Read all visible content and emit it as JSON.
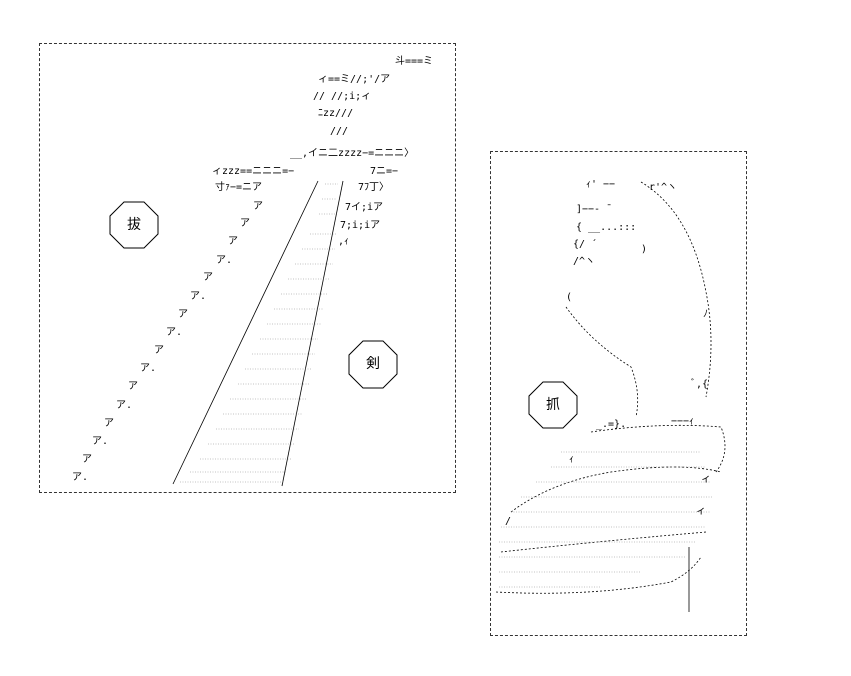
{
  "panels": {
    "left": {
      "labels": {
        "top": "拔",
        "bottom": "剣"
      },
      "aa_lines": [
        "斗===ミ",
        "ィ==ミ//;'/ア",
        "//  //;i;ィ",
        "ﾆzz///",
        "///",
        "__,イニ二zzzz−=ニニニ〉",
        "ィzzz==ニニニ=−",
        "寸ｧ−=ニア",
        "7ニ=−",
        "7ﾌ丁〉",
        "7イ;iア",
        "7;i;iア",
        ",ｨ"
      ],
      "kana": [
        "ア",
        "ア",
        "ア",
        "ア.",
        "ア",
        "ア.",
        "ア",
        "ア.",
        "ア",
        "ア.",
        "ア",
        "ア.",
        "ア",
        "ア."
      ]
    },
    "right": {
      "labels": {
        "main": "抓"
      },
      "aa_lines": [
        "ｨ' −−",
        "r'^ヽ",
        "]−−‐ ̄",
        "{ __...:::",
        "{/ ´",
        "/^ヽ",
        "(",
        ")",
        "ﾉ",
        "ﾞ,{",
        "_.=}.",
        "−−−ｨ",
        "ｨ",
        "/",
        "ィ",
        "ィ"
      ]
    }
  }
}
